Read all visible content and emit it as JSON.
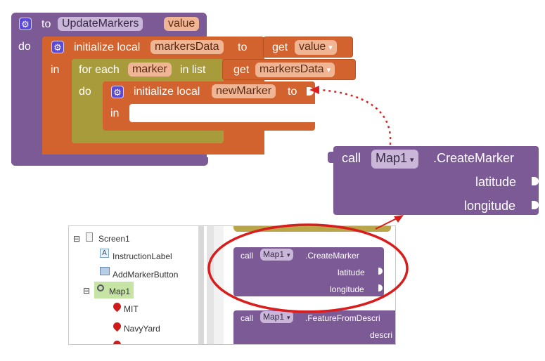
{
  "procedure": {
    "keyword": "to",
    "name": "UpdateMarkers",
    "param": "value",
    "do_label": "do"
  },
  "init_markers": {
    "keyword": "initialize local",
    "var": "markersData",
    "to_label": "to",
    "get_label": "get",
    "get_var": "value",
    "in_label": "in"
  },
  "for_each": {
    "keyword": "for each",
    "var": "marker",
    "in_list_label": "in list",
    "get_label": "get",
    "get_var": "markersData",
    "do_label": "do"
  },
  "init_new_marker": {
    "keyword": "initialize local",
    "var": "newMarker",
    "to_label": "to",
    "in_label": "in"
  },
  "create_marker_large": {
    "call_label": "call",
    "component": "Map1",
    "method": ".CreateMarker",
    "arg1": "latitude",
    "arg2": "longitude"
  },
  "panel": {
    "tree": {
      "screen": "Screen1",
      "items": [
        "InstructionLabel",
        "AddMarkerButton",
        "Map1"
      ],
      "map_children": [
        "MIT",
        "NavyYard"
      ]
    },
    "create_marker": {
      "call_label": "call",
      "component": "Map1",
      "method": ".CreateMarker",
      "arg1": "latitude",
      "arg2": "longitude"
    },
    "feature_from": {
      "call_label": "call",
      "component": "Map1",
      "method": ".FeatureFromDescri",
      "arg1": "descri"
    }
  },
  "colors": {
    "procedure": "#7c5a96",
    "variable": "#d2622e",
    "control": "#a89b3c",
    "annotation": "#e02020"
  }
}
